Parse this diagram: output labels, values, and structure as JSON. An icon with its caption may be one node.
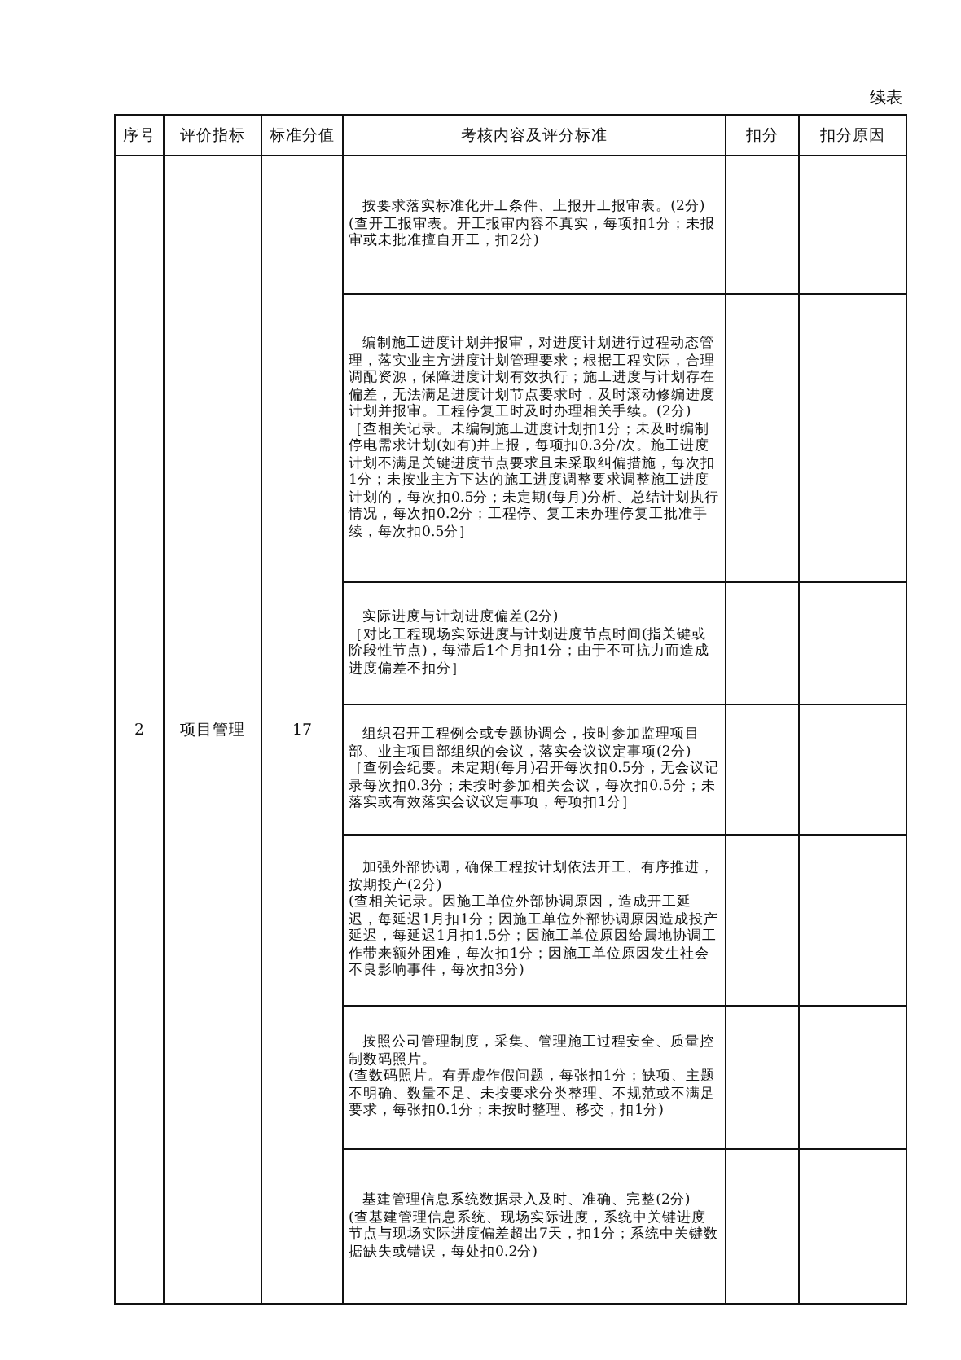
{
  "diagram": {
    "labels": [
      "续表",
      "序号",
      "评价指标",
      "标准分值",
      "考核内容及评分标准",
      "扣分",
      "扣分原因",
      "2",
      "项目管理",
      "17",
      "按要求落实标准化开工条件、上报开工报审表。(2分)",
      "(查开工报审表。开工报审内容不真实，每项扣1分；未报审或未批准擅自开工，扣2分)",
      "编制施工进度计划并报审，对进度计划进行过程动态管理，落实业主方进度计划管理要求；根据工程实际，合理调配资源，保障进度计划有效执行；施工进度与计划存在偏差，无法满足进度计划节点要求时，及时滚动修编进度计划并报审。工程停复工时及时办理相关手续。(2分)",
      "［查相关记录。未编制施工进度计划扣1分；未及时编制停电需求计划(如有)并上报，每项扣0.3分/次。施工进度计划不满足关键进度节点要求且未采取纠偏措施，每次扣1分；未按业主方下达的施工进度调整要求调整施工进度计划的，每次扣0.5分；未定期(每月)分析、总结计划执行情况，每次扣0.2分；工程停、复工未办理停复工批准手续，每次扣0.5分］",
      "实际进度与计划进度偏差(2分)",
      "［对比工程现场实际进度与计划进度节点时间(指关键或阶段性节点)，每滞后1个月扣1分；由于不可抗力而造成进度偏差不扣分］",
      "组织召开工程例会或专题协调会，按时参加监理项目部、业主项目部组织的会议，落实会议议定事项(2分)",
      "［查例会纪要。未定期(每月)召开每次扣0.5分，无会议记录每次扣0.3分；未按时参加相关会议，每次扣0.5分；未落实或有效落实会议议定事项，每项扣1分］",
      "加强外部协调，确保工程按计划依法开工、有序推进，按期投产(2分)",
      "(查相关记录。因施工单位外部协调原因，造成开工延迟，每延迟1月扣1分；因施工单位外部协调原因造成投产延迟，每延迟1月扣1.5分；因施工单位原因给属地协调工作带来额外困难，每次扣1分；因施工单位原因发生社会不良影响事件，每次扣3分)",
      "按照公司管理制度，采集、管理施工过程安全、质量控制数码照片。",
      "(查数码照片。有弄虚作假问题，每张扣1分；缺项、主题不明确、数量不足、未按要求分类整理、不规范或不满足要求，每张扣0.1分；未按时整理、移交，扣1分)",
      "基建管理信息系统数据录入及时、准确、完整(2分)",
      "(查基建管理信息系统、现场实际进度，系统中关键进度节点与现场实际进度偏差超出7天，扣1分；系统中关键数据缺失或错误，每处扣0.2分)"
    ]
  }
}
